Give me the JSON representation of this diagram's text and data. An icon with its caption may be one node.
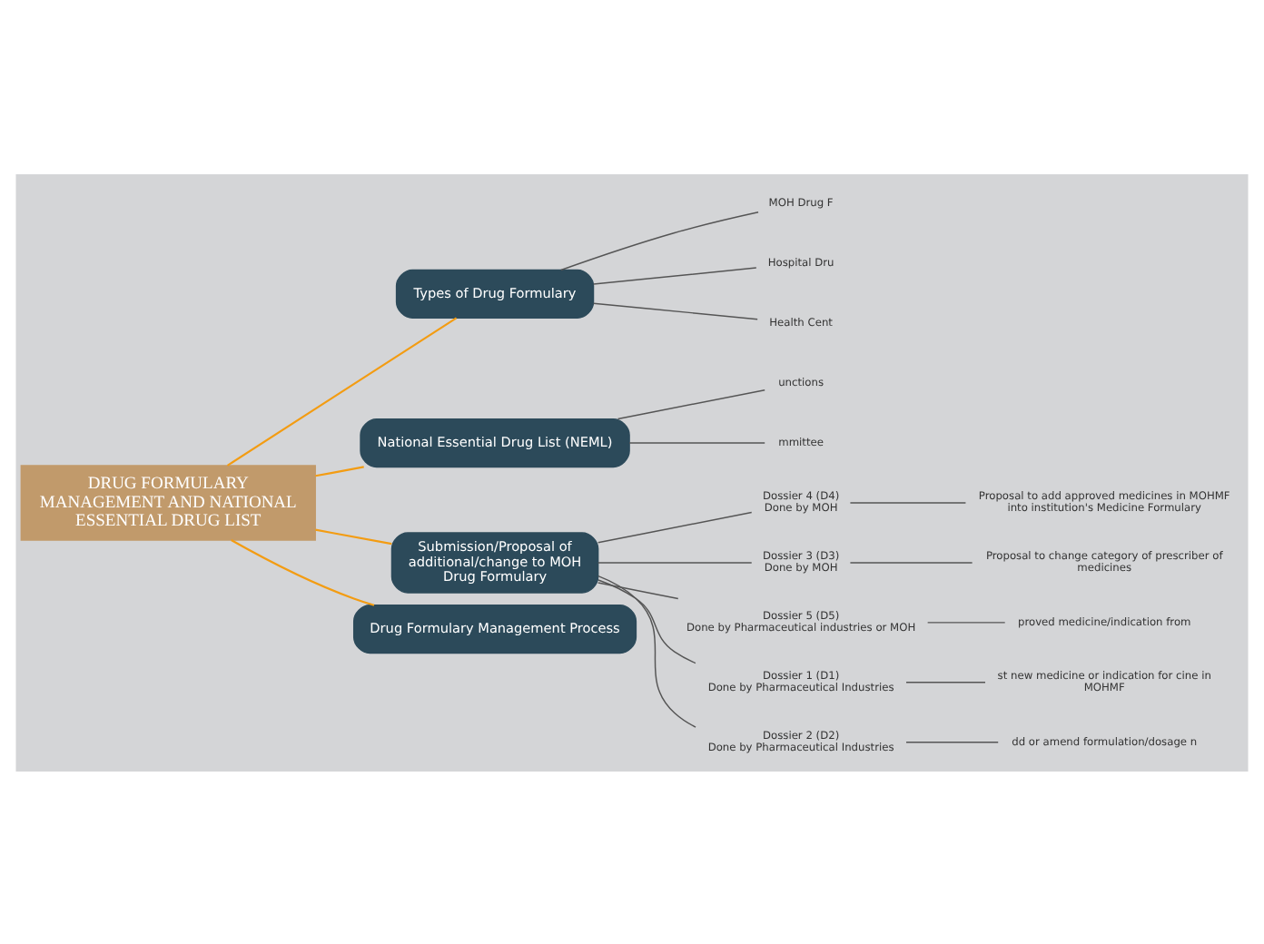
{
  "diagram": {
    "nodes": [
      {
        "text": [
          "DRUG FORMULARY MANAGEMENT AND NATIONAL ESSENTIAL DRUG LIST"
        ]
      },
      {
        "text": [
          "Types of Drug Formulary"
        ]
      },
      {
        "text": [
          "MOH Drug F"
        ]
      },
      {
        "text": [
          "Hospital Dru"
        ]
      },
      {
        "text": [
          "Health Cent"
        ]
      },
      {
        "text": [
          "National Essential Drug List (NEML)"
        ]
      },
      {
        "text": [
          "unctions"
        ]
      },
      {
        "text": [
          "mmittee"
        ]
      },
      {
        "text": [
          "Submission/Proposal of additional/change to MOH Drug Formulary"
        ]
      },
      {
        "text": [
          "Dossier 4 (D4)",
          "Done by MOH"
        ]
      },
      {
        "text": [
          "Proposal to add approved medicines in MOHMF into institution's Medicine Formulary"
        ]
      },
      {
        "text": [
          "Dossier 3 (D3)",
          "Done by MOH"
        ]
      },
      {
        "text": [
          "Proposal to change category of prescriber of medicines"
        ]
      },
      {
        "text": [
          "Dossier 5 (D5)",
          "Done by Pharmaceutical industries or MOH"
        ]
      },
      {
        "text": [
          "proved medicine/indication from"
        ]
      },
      {
        "text": [
          "Dossier 1 (D1)",
          "Done by Pharmaceutical Industries"
        ]
      },
      {
        "text": [
          "st new medicine or indication for cine in MOHMF"
        ]
      },
      {
        "text": [
          "Dossier 2 (D2)",
          "Done by Pharmaceutical Industries"
        ]
      },
      {
        "text": [
          "dd or amend formulation/dosage n"
        ]
      },
      {
        "text": [
          "Drug Formulary Management Process"
        ]
      }
    ],
    "edges": [
      {
        "from": 0,
        "to": 1,
        "arrow": "none",
        "color": "#f39c12"
      },
      {
        "from": 0,
        "to": 5,
        "arrow": "none",
        "color": "#f39c12"
      },
      {
        "from": 0,
        "to": 8,
        "arrow": "none",
        "color": "#f39c12"
      },
      {
        "from": 0,
        "to": 19,
        "arrow": "none",
        "color": "#f39c12"
      },
      {
        "from": 1,
        "to": 2,
        "arrow": "none"
      },
      {
        "from": 1,
        "to": 3,
        "arrow": "none"
      },
      {
        "from": 1,
        "to": 4,
        "arrow": "none"
      },
      {
        "from": 5,
        "to": 6,
        "arrow": "none"
      },
      {
        "from": 5,
        "to": 7,
        "arrow": "none"
      },
      {
        "from": 8,
        "to": 9,
        "arrow": "none"
      },
      {
        "from": 8,
        "to": 11,
        "arrow": "none"
      },
      {
        "from": 8,
        "to": 13,
        "arrow": "none"
      },
      {
        "from": 8,
        "to": 15,
        "arrow": "none"
      },
      {
        "from": 8,
        "to": 17,
        "arrow": "none"
      },
      {
        "from": 9,
        "to": 10,
        "arrow": "none"
      },
      {
        "from": 11,
        "to": 12,
        "arrow": "none"
      },
      {
        "from": 13,
        "to": 14,
        "arrow": "none"
      },
      {
        "from": 15,
        "to": 16,
        "arrow": "none"
      },
      {
        "from": 17,
        "to": 18,
        "arrow": "none"
      }
    ]
  }
}
